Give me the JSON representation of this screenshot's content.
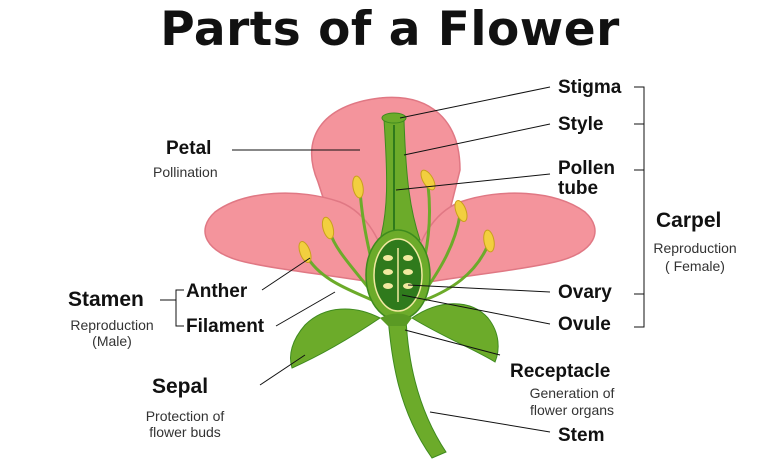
{
  "title": "Parts of a Flower",
  "colors": {
    "petal": "#f4949c",
    "petal_edge": "#e07884",
    "green": "#6cab2a",
    "dark_green": "#2f7a1c",
    "anther": "#f2cf3f",
    "line": "#111111"
  },
  "labels": {
    "stigma": "Stigma",
    "style": "Style",
    "pollen_tube_1": "Pollen",
    "pollen_tube_2": "tube",
    "carpel": "Carpel",
    "carpel_desc_1": "Reproduction",
    "carpel_desc_2": "( Female)",
    "ovary": "Ovary",
    "ovule": "Ovule",
    "receptacle": "Receptacle",
    "receptacle_desc_1": "Generation of",
    "receptacle_desc_2": "flower organs",
    "stem": "Stem",
    "petal": "Petal",
    "petal_desc": "Pollination",
    "stamen": "Stamen",
    "stamen_desc_1": "Reproduction",
    "stamen_desc_2": "(Male)",
    "anther": "Anther",
    "filament": "Filament",
    "sepal": "Sepal",
    "sepal_desc_1": "Protection of",
    "sepal_desc_2": "flower buds"
  }
}
